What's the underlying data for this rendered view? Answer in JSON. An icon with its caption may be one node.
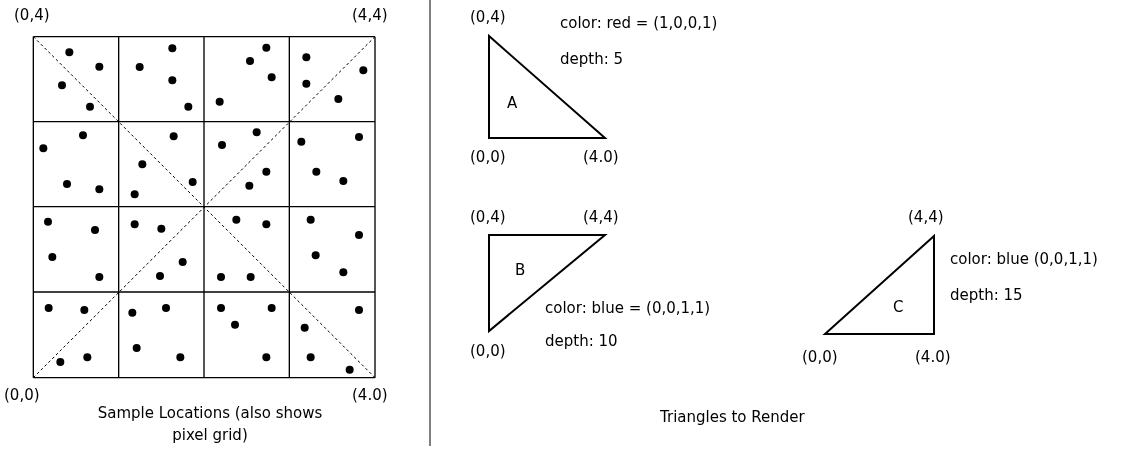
{
  "diagram": {
    "nodes": [
      {
        "text": [
          "A"
        ],
        "beside": [
          "(0,4)",
          "color: red = (1,0,0,1)",
          "depth: 5",
          "(0,0)",
          "(4.0)"
        ]
      },
      {
        "text": [
          "B"
        ],
        "beside": [
          "(0,4)",
          "(4,4)",
          "color: blue = (0,0,1,1)",
          "(0,0)",
          "depth: 10"
        ]
      },
      {
        "text": [
          "C"
        ],
        "beside": [
          "(4,4)",
          "color: blue (0,0,1,1)",
          "depth: 15",
          "(0,0)",
          "(4.0)"
        ]
      }
    ],
    "labels": [
      "(0,4)",
      "(4,4)",
      "(0,0)",
      "(4.0)",
      "Sample Locations (also shows pixel grid)",
      "Triangles to Render"
    ]
  }
}
